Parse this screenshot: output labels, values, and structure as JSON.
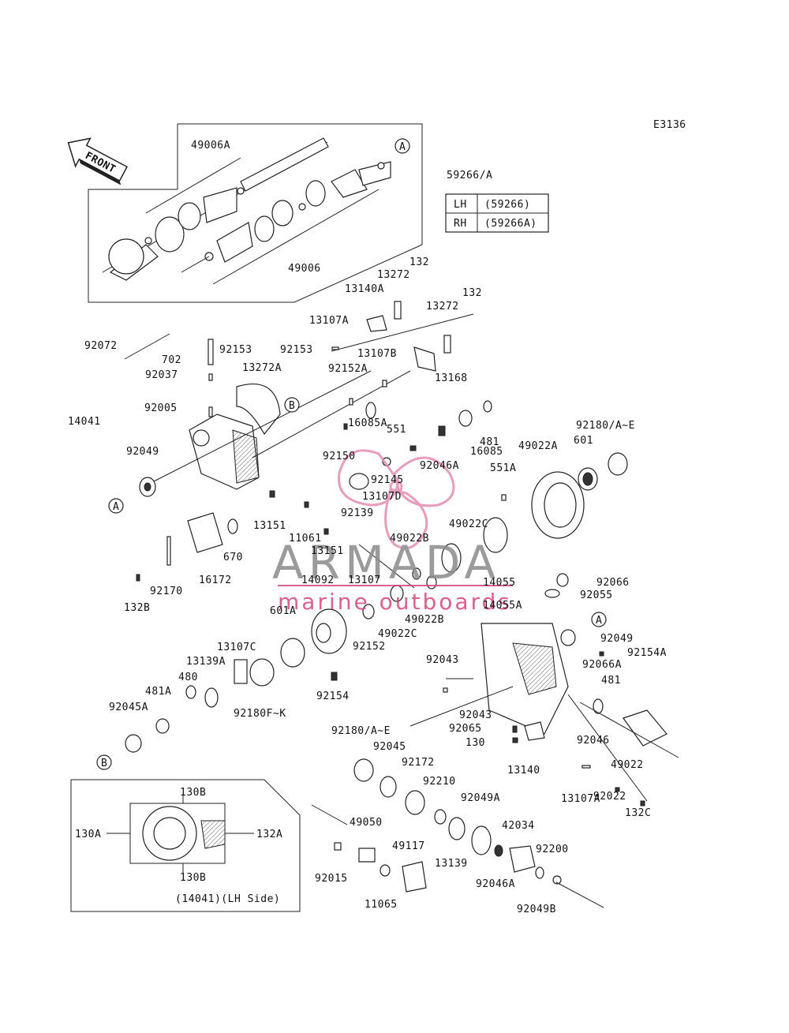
{
  "diagram_code": "E3136",
  "front_arrow_label": "FRONT",
  "side_table": {
    "rows": [
      {
        "side": "LH",
        "part": "(59266)"
      },
      {
        "side": "RH",
        "part": "(59266A)"
      }
    ]
  },
  "inset_caption": "(14041)(LH Side)",
  "watermark": {
    "title": "ARMADA",
    "subtitle": "marine outboards",
    "accent_color": "#d6457a"
  },
  "callouts": {
    "A": "A",
    "B": "B"
  },
  "part_labels": [
    "49006A",
    "59266/A",
    "49006",
    "132",
    "13272",
    "13140A",
    "132",
    "13272",
    "13107A",
    "92072",
    "702",
    "92153",
    "92153",
    "92037",
    "13272A",
    "13107B",
    "92152A",
    "13168",
    "14041",
    "92005",
    "16085A",
    "551",
    "481",
    "92049",
    "16085",
    "92180/A~E",
    "49022A",
    "601",
    "92150",
    "92046A",
    "551A",
    "92145",
    "13107D",
    "92139",
    "13151",
    "11061",
    "670",
    "49022C",
    "13151",
    "49022B",
    "16172",
    "92170",
    "132B",
    "14092",
    "13107",
    "14055",
    "92066",
    "92055",
    "14055A",
    "601A",
    "49022C",
    "49022B",
    "13107C",
    "13139A",
    "92152",
    "92049",
    "92154A",
    "92043",
    "92066A",
    "480",
    "481A",
    "92180F~K",
    "92154",
    "481",
    "92045A",
    "92043",
    "92065",
    "92046",
    "130",
    "13140",
    "49022",
    "92180/A~E",
    "92045",
    "92172",
    "92210",
    "92049A",
    "13107A",
    "92022",
    "132C",
    "130B",
    "130A",
    "132A",
    "49050",
    "42034",
    "49117",
    "92200",
    "130B",
    "13139",
    "92015",
    "92046A",
    "11065",
    "92049B"
  ]
}
